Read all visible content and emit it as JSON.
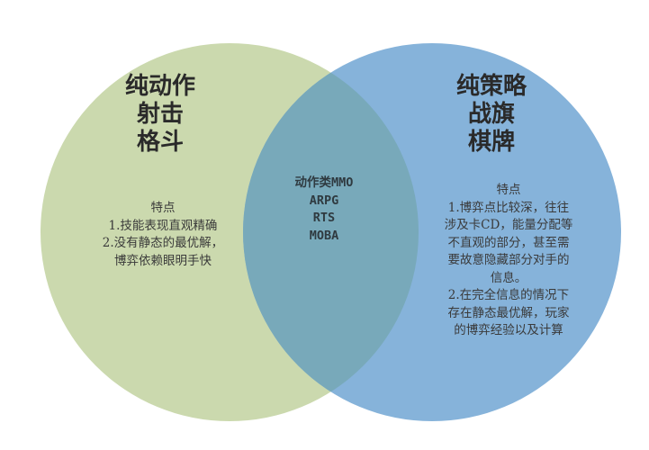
{
  "colors": {
    "left_circle": "#cbd9ae",
    "right_circle": "#86b3da",
    "overlap": "#78a9ba"
  },
  "left": {
    "title_lines": [
      "纯动作",
      "射击",
      "格斗"
    ],
    "heading": "特点",
    "lines": [
      "1.技能表现直观精确",
      "2.没有静态的最优解，",
      "博弈依赖眼明手快"
    ]
  },
  "right": {
    "title_lines": [
      "纯策略",
      "战旗",
      "棋牌"
    ],
    "heading": "特点",
    "lines": [
      "1.博弈点比较深，往往",
      "涉及卡CD，能量分配等",
      "不直观的部分，甚至需",
      "要故意隐藏部分对手的",
      "信息。",
      "2.在完全信息的情况下",
      "存在静态最优解，玩家",
      "的博弈经验以及计算"
    ]
  },
  "center": {
    "lines": [
      "动作类MMO",
      "ARPG",
      "RTS",
      "MOBA"
    ]
  }
}
